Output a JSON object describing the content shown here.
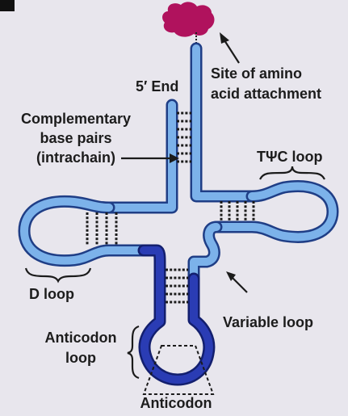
{
  "labels": {
    "site": [
      "Site of amino",
      "acid attachment"
    ],
    "five_end": "5′ End",
    "complementary": [
      "Complementary",
      "base pairs",
      "(intrachain)"
    ],
    "tpsic_loop": "TΨC loop",
    "d_loop": "D loop",
    "variable_loop": "Variable loop",
    "anticodon_loop": [
      "Anticodon",
      "loop"
    ],
    "anticodon": "Anticodon"
  },
  "colors": {
    "background": "#e8e6ed",
    "strand_light": "#7cb2ea",
    "strand_dark": "#2a3cb4",
    "outline": "#1f3e86",
    "amino_acid": "#b0125d"
  }
}
